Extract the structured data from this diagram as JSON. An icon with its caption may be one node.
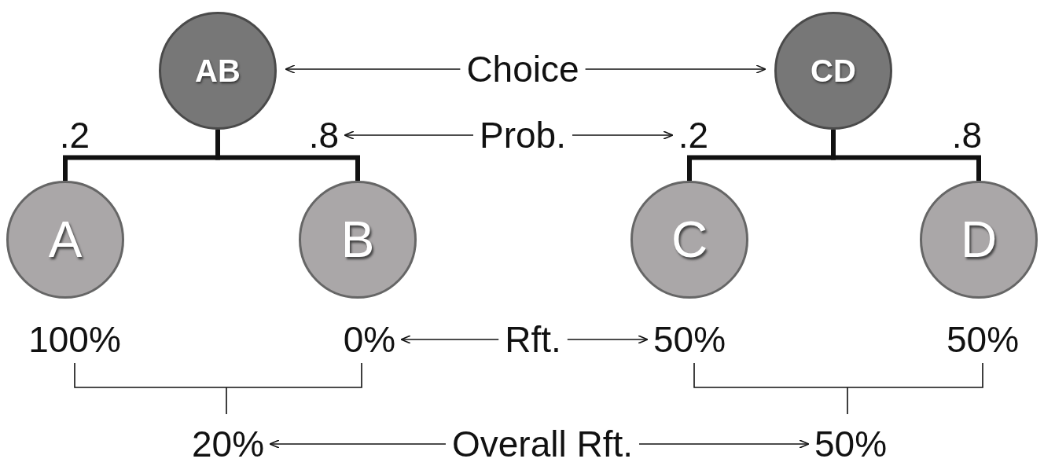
{
  "diagram": {
    "nodes": [
      {
        "text": [
          "AB"
        ]
      },
      {
        "text": [
          "CD"
        ]
      },
      {
        "text": [
          "A"
        ]
      },
      {
        "text": [
          "B"
        ]
      },
      {
        "text": [
          "C"
        ]
      },
      {
        "text": [
          "D"
        ]
      },
      {
        "text": [
          "Choice"
        ]
      },
      {
        "text": [
          ".8"
        ]
      },
      {
        "text": [
          "Prob."
        ]
      },
      {
        "text": [
          ".2"
        ]
      },
      {
        "text": [
          "0%"
        ]
      },
      {
        "text": [
          "Rft."
        ]
      },
      {
        "text": [
          "50%"
        ]
      },
      {
        "text": [
          "20%"
        ]
      },
      {
        "text": [
          "Overall Rft."
        ]
      },
      {
        "text": [
          "50%"
        ]
      }
    ],
    "edges": [
      {
        "from": 0,
        "to": 2,
        "arrow": "none",
        "style": "thick"
      },
      {
        "from": 0,
        "to": 3,
        "arrow": "none",
        "style": "thick"
      },
      {
        "from": 1,
        "to": 4,
        "arrow": "none",
        "style": "thick"
      },
      {
        "from": 1,
        "to": 5,
        "arrow": "none",
        "style": "thick"
      },
      {
        "from": 6,
        "to": 0,
        "arrow": "to"
      },
      {
        "from": 6,
        "to": 1,
        "arrow": "to"
      },
      {
        "from": 8,
        "to": 7,
        "arrow": "to"
      },
      {
        "from": 8,
        "to": 9,
        "arrow": "to"
      },
      {
        "from": 11,
        "to": 10,
        "arrow": "to"
      },
      {
        "from": 11,
        "to": 12,
        "arrow": "to"
      },
      {
        "from": 14,
        "to": 13,
        "arrow": "to"
      },
      {
        "from": 14,
        "to": 15,
        "arrow": "to"
      }
    ],
    "labels": [
      ".2",
      ".8",
      "100%",
      "50%"
    ]
  }
}
